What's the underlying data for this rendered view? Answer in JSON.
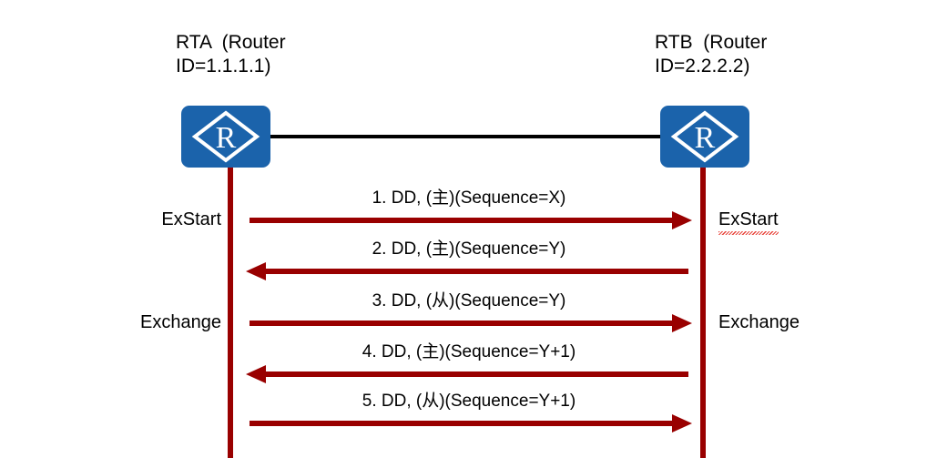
{
  "diagram": {
    "title": "OSPF DD packet exchange sequence (Master/Slave negotiation)",
    "colors": {
      "router_blue": "#1B63AB",
      "arrow_red": "#990000",
      "link_black": "#000000",
      "spellcheck_red": "#E8453C",
      "background": "#FFFFFF"
    }
  },
  "routers": {
    "left": {
      "name": "RTA",
      "label": "RTA  (Router\nID=1.1.1.1)",
      "icon": "router-icon",
      "icon_glyph": "R"
    },
    "right": {
      "name": "RTB",
      "label": "RTB  (Router\nID=2.2.2.2)",
      "icon": "router-icon",
      "icon_glyph": "R"
    }
  },
  "states": {
    "left_exstart": "ExStart",
    "right_exstart": "ExStart",
    "left_exchange": "Exchange",
    "right_exchange": "Exchange"
  },
  "messages": [
    {
      "index": "1",
      "label": "1. DD, (主)(Sequence=X)",
      "direction": "left-to-right",
      "role": "主",
      "sequence": "X"
    },
    {
      "index": "2",
      "label": "2. DD, (主)(Sequence=Y)",
      "direction": "right-to-left",
      "role": "主",
      "sequence": "Y"
    },
    {
      "index": "3",
      "label": "3. DD, (从)(Sequence=Y)",
      "direction": "left-to-right",
      "role": "从",
      "sequence": "Y"
    },
    {
      "index": "4",
      "label": "4. DD, (主)(Sequence=Y+1)",
      "direction": "right-to-left",
      "role": "主",
      "sequence": "Y+1"
    },
    {
      "index": "5",
      "label": "5. DD, (从)(Sequence=Y+1)",
      "direction": "left-to-right",
      "role": "从",
      "sequence": "Y+1"
    }
  ]
}
